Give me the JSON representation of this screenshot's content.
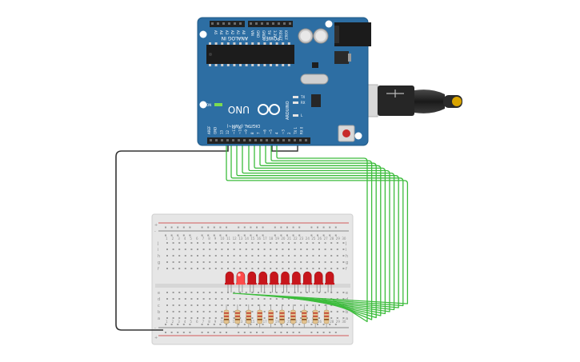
{
  "board": {
    "name": "Arduino Uno",
    "header_labels": {
      "analog_in": "ANALOG IN",
      "power": "POWER",
      "digital": "DIGITAL (PWM~)",
      "on": "ON",
      "uno": "UNO",
      "arduino": "ARDUINO",
      "tx": "TX",
      "rx": "RX",
      "l": "L"
    },
    "analog_pins": [
      "A5",
      "A4",
      "A3",
      "A2",
      "A1",
      "A0"
    ],
    "power_pins": [
      "VIN",
      "GND",
      "GND",
      "5V",
      "3.3V",
      "RESET",
      "IOREF"
    ],
    "digital_pins": [
      "RX 0",
      "TX 1",
      "2",
      "~3",
      "4",
      "~5",
      "~6",
      "7",
      "8",
      "~9",
      "~10",
      "~11",
      "12",
      "13",
      "GND",
      "AREF"
    ]
  },
  "breadboard": {
    "columns": 30,
    "rows_top": [
      "j",
      "i",
      "h",
      "g",
      "f"
    ],
    "rows_bottom": [
      "e",
      "d",
      "c",
      "b",
      "a"
    ],
    "rail_plus": "+",
    "rail_minus": "-"
  },
  "circuit": {
    "led_count": 10,
    "lit_led_index": 1,
    "led_color": "#c8161c",
    "led_lit_color": "#ff4b4b",
    "wire_color": "#3cbc3c",
    "ground_wire_color": "#333333"
  },
  "colors": {
    "board": "#2d6ea3",
    "board_dark": "#1f5a87",
    "breadboard": "#e6e6e6"
  }
}
